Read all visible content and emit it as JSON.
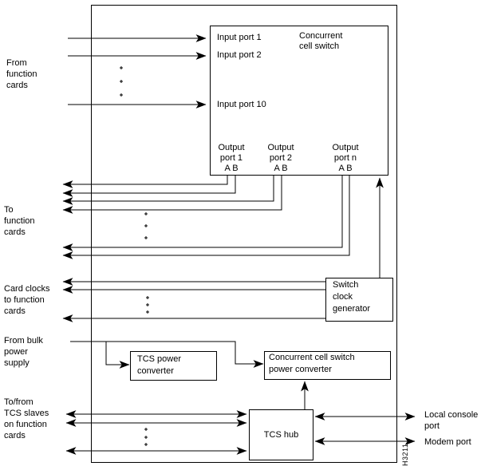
{
  "figure": {
    "id": "H3211",
    "background": "#ffffff",
    "line_color": "#000000"
  },
  "concurrent_cell_switch": {
    "title": "Concurrent\ncell switch",
    "input_ports": [
      "Input port 1",
      "Input port 2",
      "Input port 10"
    ],
    "output_ports": [
      "Output\nport 1\nA B",
      "Output\nport 2\nA B",
      "Output\nport n\nA B"
    ]
  },
  "components": {
    "switch_clock_generator": "Switch\nclock\ngenerator",
    "tcs_power_converter": "TCS power\nconverter",
    "ccs_power_converter": "Concurrent cell switch\npower converter",
    "tcs_hub": "TCS hub"
  },
  "left_labels": {
    "from_function_cards": "From\nfunction\ncards",
    "to_function_cards": "To\nfunction\ncards",
    "card_clocks_to_function_cards": "Card clocks\nto function\ncards",
    "from_bulk_power_supply": "From bulk\npower\nsupply",
    "to_from_tcs_slaves": "To/from\nTCS slaves\non function\ncards"
  },
  "right_labels": {
    "local_console_port": "Local console\nport",
    "modem_port": "Modem port"
  }
}
